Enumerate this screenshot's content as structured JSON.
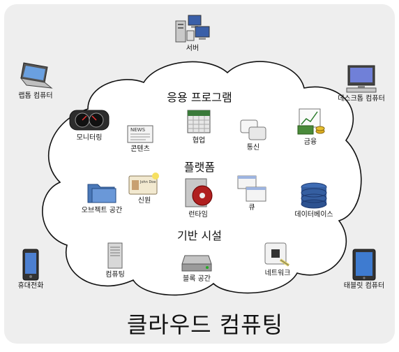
{
  "title": "클라우드 컴퓨팅",
  "sections": {
    "applications": "응용 프로그램",
    "platform": "플랫폼",
    "infrastructure": "기반 시설"
  },
  "devices": {
    "server": "서버",
    "laptop": "랩톱 컴퓨터",
    "desktop": "데스크톱 컴퓨터",
    "phone": "휴대전화",
    "tablet": "태블릿 컴퓨터"
  },
  "apps": {
    "monitoring": "모니터링",
    "content": "콘텐츠",
    "collaboration": "협업",
    "communication": "통신",
    "finance": "금융"
  },
  "platform_items": {
    "identity": "신원",
    "runtime": "런타임",
    "queue": "큐",
    "database": "데이터베이스",
    "object_storage": "오브젝트 공간"
  },
  "infra_items": {
    "compute": "컴퓨팅",
    "block_storage": "블록 공간",
    "network": "네트워크"
  },
  "icon_texts": {
    "news": "NEWS",
    "id_name": "John Doe"
  }
}
